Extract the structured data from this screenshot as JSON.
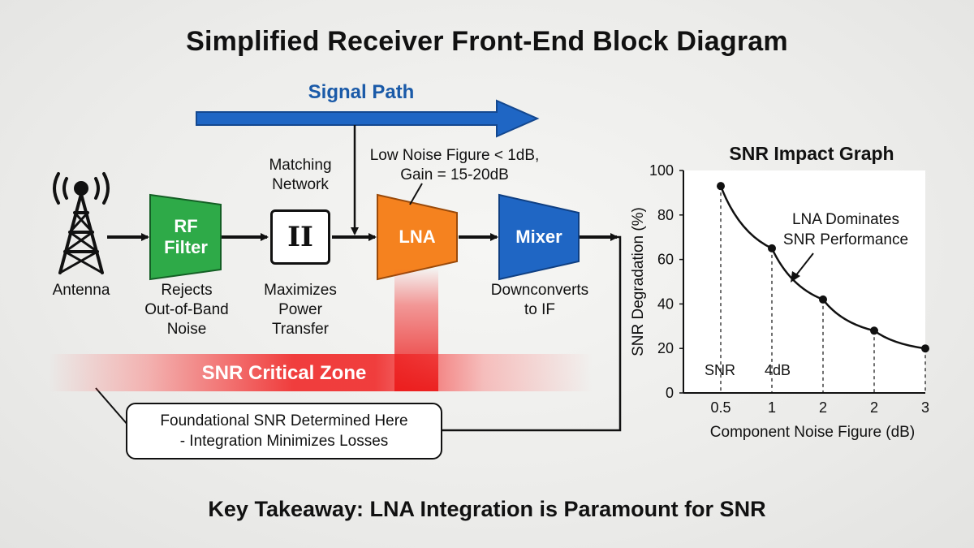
{
  "title": "Simplified Receiver Front-End Block Diagram",
  "signal_path": "Signal Path",
  "blocks": {
    "rf_filter": {
      "line1": "RF",
      "line2": "Filter",
      "color": "#2eaa48"
    },
    "lna": {
      "label": "LNA",
      "color": "#f5821f"
    },
    "mixer": {
      "label": "Mixer",
      "color": "#1f66c4"
    },
    "matching_symbol": "II"
  },
  "captions": {
    "antenna": "Antenna",
    "rf_filter": [
      "Rejects",
      "Out-of-Band",
      "Noise"
    ],
    "matching_top": [
      "Matching",
      "Network"
    ],
    "matching_bottom": [
      "Maximizes",
      "Power",
      "Transfer"
    ],
    "lna_spec": [
      "Low Noise Figure < 1dB,",
      "Gain = 15-20dB"
    ],
    "mixer": [
      "Downconverts",
      "to IF"
    ]
  },
  "snr_zone": "SNR Critical Zone",
  "callout": [
    "Foundational SNR Determined Here",
    "- Integration Minimizes Losses"
  ],
  "takeaway": "Key Takeaway: LNA Integration is Paramount for SNR",
  "colors": {
    "signal_arrow": "#1f66c4",
    "signal_text": "#1a5aa8",
    "zone_red": "#ee2222"
  },
  "chart_data": {
    "type": "line",
    "title": "SNR Impact Graph",
    "xlabel": "Component Noise Figure (dB)",
    "ylabel": "SNR Degradation (%)",
    "x_tick_labels": [
      "0.5",
      "1",
      "2",
      "2",
      "3"
    ],
    "ylim": [
      0,
      100
    ],
    "y_ticks": [
      0,
      20,
      40,
      60,
      80,
      100
    ],
    "series": [
      {
        "values": [
          93,
          65,
          42,
          28,
          20
        ]
      }
    ],
    "annotations": {
      "dominates": [
        "LNA Dominates",
        "SNR Performance"
      ],
      "snr_label": "SNR",
      "db_label": "4dB"
    }
  }
}
